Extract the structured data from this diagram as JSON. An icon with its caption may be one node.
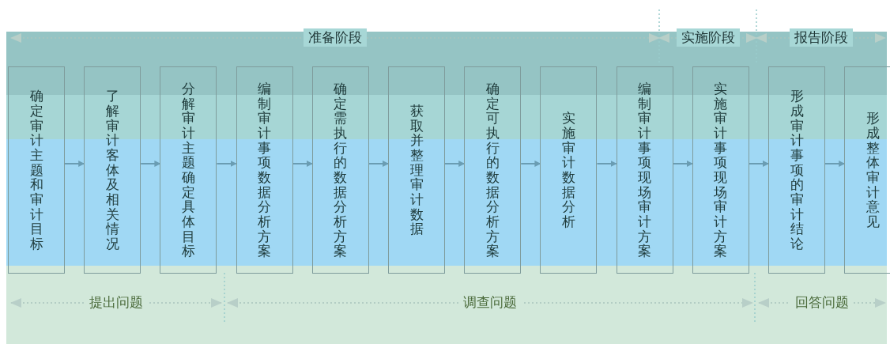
{
  "diagram": {
    "nodes": [
      {
        "text": [
          "确定审计主题和审计目标"
        ]
      },
      {
        "text": [
          "了解审计客体及相关情况"
        ]
      },
      {
        "text": [
          "分解审计主题确定具体目标"
        ]
      },
      {
        "text": [
          "编制审计事项数据分析方案"
        ]
      },
      {
        "text": [
          "确定需执行的数据分析方案"
        ]
      },
      {
        "text": [
          "获取并整理审计数据"
        ]
      },
      {
        "text": [
          "确定可执行的数据分析方案"
        ]
      },
      {
        "text": [
          "实施审计数据分析"
        ]
      },
      {
        "text": [
          "编制审计事项现场审计方案"
        ]
      },
      {
        "text": [
          "实施审计事项现场审计方案"
        ]
      },
      {
        "text": [
          "形成审计事项的审计结论"
        ]
      },
      {
        "text": [
          "形成整体审计意见"
        ]
      }
    ],
    "edges": [
      {
        "from": 0,
        "to": 1,
        "arrow": "to"
      },
      {
        "from": 1,
        "to": 2,
        "arrow": "to"
      },
      {
        "from": 2,
        "to": 3,
        "arrow": "to"
      },
      {
        "from": 3,
        "to": 4,
        "arrow": "to"
      },
      {
        "from": 4,
        "to": 5,
        "arrow": "to"
      },
      {
        "from": 5,
        "to": 6,
        "arrow": "to"
      },
      {
        "from": 6,
        "to": 7,
        "arrow": "to"
      },
      {
        "from": 7,
        "to": 8,
        "arrow": "to"
      },
      {
        "from": 8,
        "to": 9,
        "arrow": "to"
      },
      {
        "from": 9,
        "to": 10,
        "arrow": "to"
      },
      {
        "from": 10,
        "to": 11,
        "arrow": "to"
      }
    ],
    "labels": [
      "准备阶段",
      "实施阶段",
      "报告阶段",
      "提出问题",
      "调查问题",
      "回答问题"
    ]
  }
}
